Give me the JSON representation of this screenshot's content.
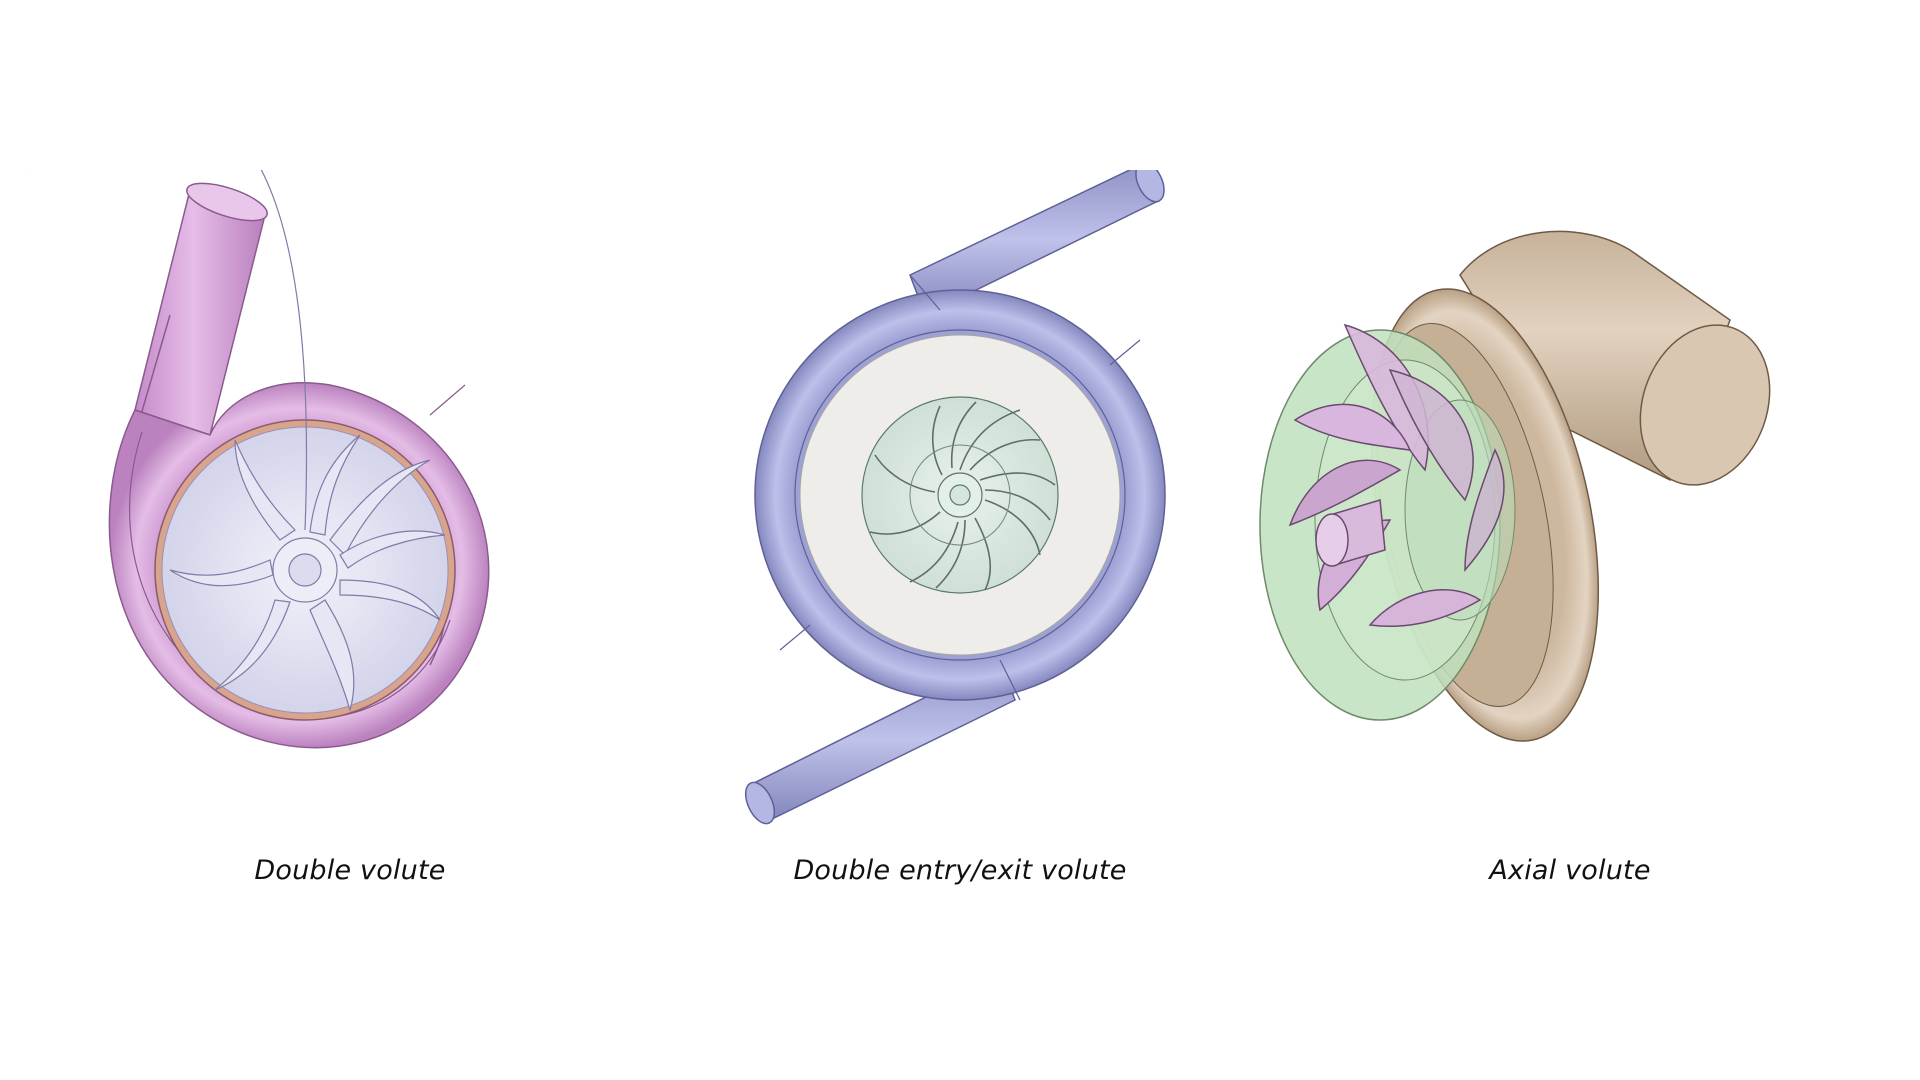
{
  "figures": [
    {
      "id": "double-volute",
      "caption": "Double volute",
      "colors": {
        "casing": "#d9a9dc",
        "casing_shade": "#b67fba",
        "impeller": "#dcdcf0",
        "ring": "#c9957b"
      }
    },
    {
      "id": "double-entry-exit-volute",
      "caption": "Double entry/exit volute",
      "colors": {
        "casing": "#a9acdc",
        "casing_shade": "#7f82b8",
        "plate": "#eeece8",
        "impeller": "#d6e6df"
      }
    },
    {
      "id": "axial-volute",
      "caption": "Axial volute",
      "colors": {
        "casing": "#d7c4ae",
        "casing_shade": "#a88e75",
        "shroud": "#b9ddb8",
        "blades": "#d7b6da"
      }
    }
  ]
}
